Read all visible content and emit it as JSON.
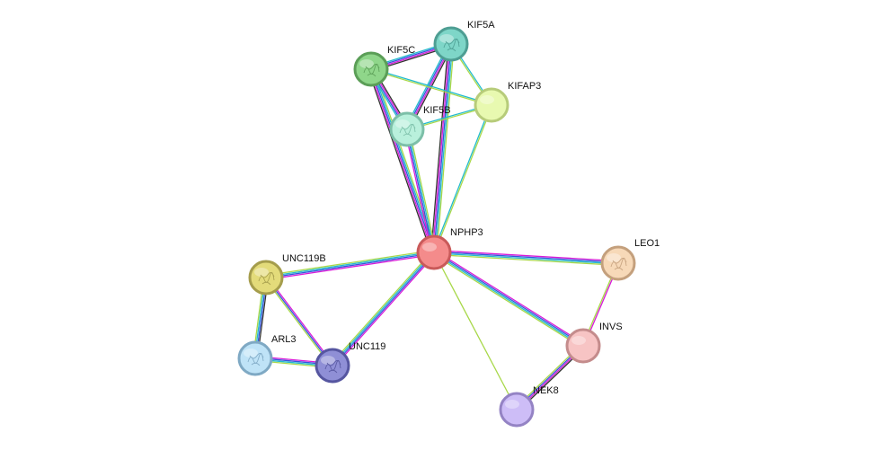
{
  "network": {
    "nodes": [
      {
        "id": "NPHP3",
        "label": "NPHP3",
        "color": "#f48b8b",
        "stroke": "#c95a5a",
        "icon": "plain-node"
      },
      {
        "id": "KIF5A",
        "label": "KIF5A",
        "color": "#7ed6c8",
        "stroke": "#4e9e93",
        "icon": "protein-structure"
      },
      {
        "id": "KIF5C",
        "label": "KIF5C",
        "color": "#8fd68a",
        "stroke": "#5b9e57",
        "icon": "protein-structure"
      },
      {
        "id": "KIF5B",
        "label": "KIF5B",
        "color": "#b9f0dc",
        "stroke": "#7cbfa8",
        "icon": "protein-structure"
      },
      {
        "id": "KIFAP3",
        "label": "KIFAP3",
        "color": "#e8f9b0",
        "stroke": "#b7cc7a",
        "icon": "plain-node"
      },
      {
        "id": "UNC119B",
        "label": "UNC119B",
        "color": "#e3db7a",
        "stroke": "#a59d4c",
        "icon": "protein-structure"
      },
      {
        "id": "ARL3",
        "label": "ARL3",
        "color": "#bfe3f7",
        "stroke": "#7fa9c4",
        "icon": "protein-structure"
      },
      {
        "id": "UNC119",
        "label": "UNC119",
        "color": "#8f8fd6",
        "stroke": "#5656a0",
        "icon": "protein-structure"
      },
      {
        "id": "LEO1",
        "label": "LEO1",
        "color": "#f7d9b8",
        "stroke": "#c4a07d",
        "icon": "protein-structure"
      },
      {
        "id": "INVS",
        "label": "INVS",
        "color": "#f7c4c4",
        "stroke": "#c48c8c",
        "icon": "plain-node"
      },
      {
        "id": "NEK8",
        "label": "NEK8",
        "color": "#cdbdf7",
        "stroke": "#9483c4",
        "icon": "plain-node"
      }
    ],
    "edges": [
      {
        "source": "NPHP3",
        "target": "KIF5A",
        "colors": [
          "#333333",
          "#d81bd8",
          "#3355dd",
          "#22bbcc",
          "#a8d84a"
        ]
      },
      {
        "source": "NPHP3",
        "target": "KIF5C",
        "colors": [
          "#333333",
          "#d81bd8",
          "#3355dd",
          "#22bbcc",
          "#a8d84a"
        ]
      },
      {
        "source": "NPHP3",
        "target": "KIF5B",
        "colors": [
          "#d81bd8",
          "#3355dd",
          "#22bbcc",
          "#a8d84a"
        ]
      },
      {
        "source": "NPHP3",
        "target": "KIFAP3",
        "colors": [
          "#22bbcc",
          "#a8d84a"
        ]
      },
      {
        "source": "NPHP3",
        "target": "UNC119B",
        "colors": [
          "#d81bd8",
          "#3355dd",
          "#22bbcc",
          "#a8d84a"
        ]
      },
      {
        "source": "NPHP3",
        "target": "UNC119",
        "colors": [
          "#d81bd8",
          "#3355dd",
          "#22bbcc",
          "#a8d84a"
        ]
      },
      {
        "source": "NPHP3",
        "target": "LEO1",
        "colors": [
          "#d81bd8",
          "#3355dd",
          "#22bbcc",
          "#a8d84a"
        ]
      },
      {
        "source": "NPHP3",
        "target": "INVS",
        "colors": [
          "#d81bd8",
          "#3355dd",
          "#22bbcc",
          "#a8d84a"
        ]
      },
      {
        "source": "NPHP3",
        "target": "NEK8",
        "colors": [
          "#a8d84a"
        ]
      },
      {
        "source": "KIF5A",
        "target": "KIF5C",
        "colors": [
          "#333333",
          "#d81bd8",
          "#3355dd",
          "#22bbcc"
        ]
      },
      {
        "source": "KIF5A",
        "target": "KIF5B",
        "colors": [
          "#333333",
          "#d81bd8",
          "#3355dd",
          "#22bbcc"
        ]
      },
      {
        "source": "KIF5A",
        "target": "KIFAP3",
        "colors": [
          "#22bbcc",
          "#a8d84a"
        ]
      },
      {
        "source": "KIF5C",
        "target": "KIF5B",
        "colors": [
          "#333333",
          "#d81bd8",
          "#3355dd",
          "#22bbcc"
        ]
      },
      {
        "source": "KIF5C",
        "target": "KIFAP3",
        "colors": [
          "#22bbcc",
          "#a8d84a"
        ]
      },
      {
        "source": "KIF5B",
        "target": "KIFAP3",
        "colors": [
          "#22bbcc",
          "#a8d84a"
        ]
      },
      {
        "source": "UNC119B",
        "target": "ARL3",
        "colors": [
          "#333333",
          "#3355dd",
          "#22bbcc",
          "#a8d84a"
        ]
      },
      {
        "source": "UNC119B",
        "target": "UNC119",
        "colors": [
          "#d81bd8",
          "#3355dd",
          "#a8d84a"
        ]
      },
      {
        "source": "ARL3",
        "target": "UNC119",
        "colors": [
          "#d81bd8",
          "#3355dd",
          "#22bbcc",
          "#a8d84a"
        ]
      },
      {
        "source": "LEO1",
        "target": "INVS",
        "colors": [
          "#d81bd8",
          "#a8d84a"
        ]
      },
      {
        "source": "INVS",
        "target": "NEK8",
        "colors": [
          "#333333",
          "#d81bd8",
          "#3355dd",
          "#a8d84a"
        ]
      }
    ]
  }
}
